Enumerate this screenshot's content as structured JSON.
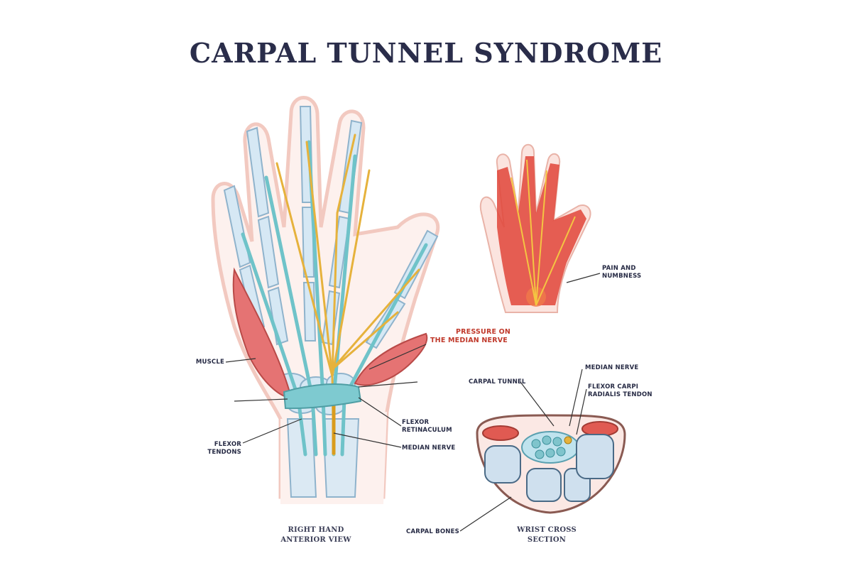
{
  "title": "CARPAL TUNNEL SYNDROME",
  "labels": {
    "muscle": "MUSCLE",
    "flexor_tendons_1": "FLEXOR",
    "flexor_tendons_2": "TENDONS",
    "pressure_1": "PRESSURE ON",
    "pressure_2": "THE MEDIAN NERVE",
    "flexor_retinaculum_1": "FLEXOR",
    "flexor_retinaculum_2": "RETINACULUM",
    "median_nerve_main": "MEDIAN NERVE",
    "pain_1": "PAIN AND",
    "pain_2": "NUMBNESS",
    "carpal_tunnel": "CARPAL TUNNEL",
    "median_nerve_cross": "MEDIAN NERVE",
    "flexor_carpi_1": "FLEXOR CARPI",
    "flexor_carpi_2": "RADIALIS TENDON",
    "carpal_bones": "CARPAL BONES"
  },
  "captions": {
    "right_hand_1": "RIGHT HAND",
    "right_hand_2": "ANTERIOR VIEW",
    "wrist_1": "WRIST CROSS",
    "wrist_2": "SECTION"
  },
  "colors": {
    "title": "#2a2d4a",
    "skin_outline": "#f2c9c0",
    "bone": "#cfe3f0",
    "bone_outline": "#8fb3cc",
    "nerve": "#e6b23c",
    "muscle": "#d9534f",
    "tendon": "#6fc3c9",
    "pain": "#e0453a",
    "label_red": "#c0392b"
  },
  "icons": {
    "hand_anterior": "hand-anatomy-icon",
    "hand_pain": "hand-pain-icon",
    "wrist_section": "wrist-cross-section-icon"
  }
}
